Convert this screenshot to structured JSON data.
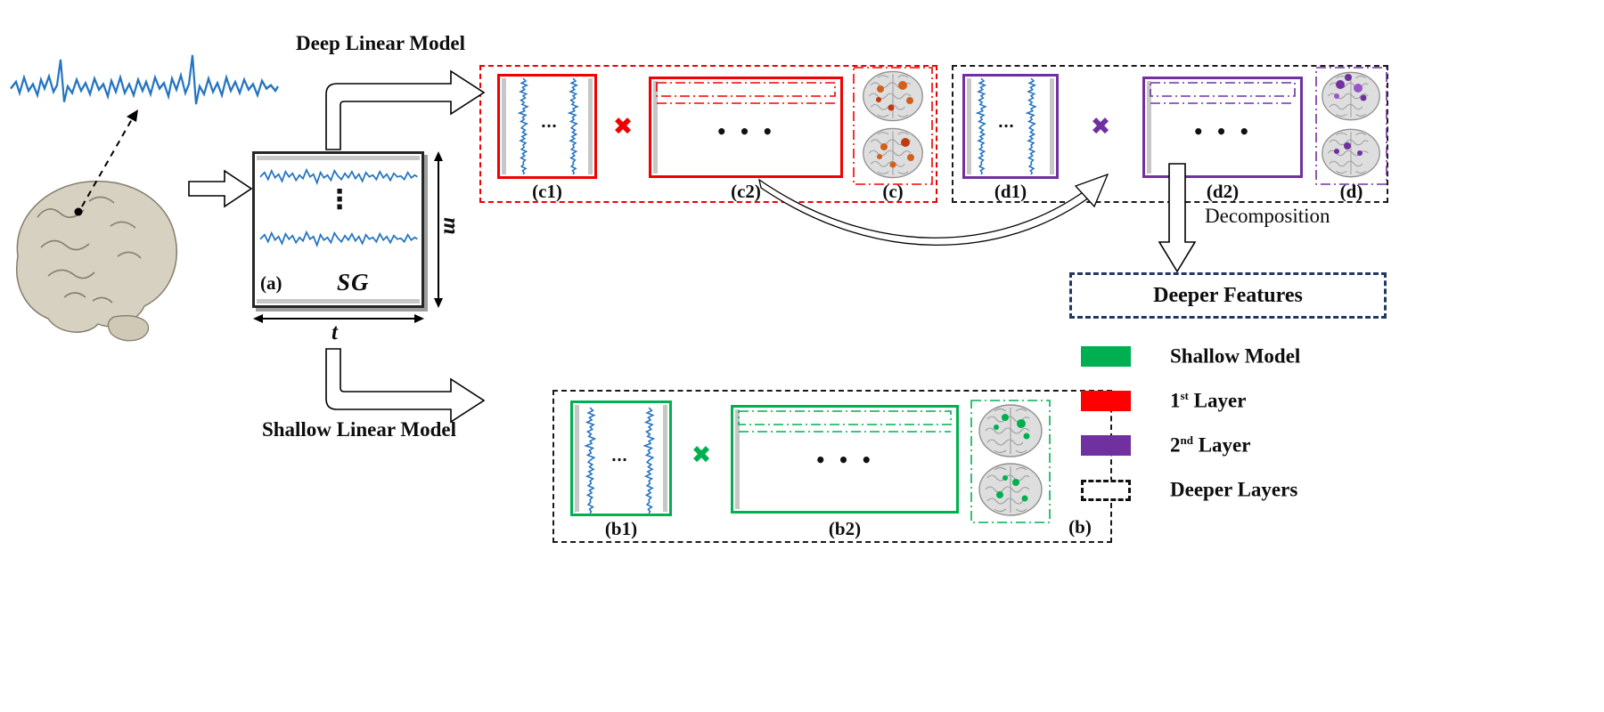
{
  "labels": {
    "deep_model": "Deep Linear Model",
    "shallow_model": "Shallow Linear Model",
    "decomposition": "Decomposition",
    "deeper_features": "Deeper Features"
  },
  "matrix_a": {
    "label": "(a)",
    "name": "SG",
    "row_dim": "m",
    "col_dim": "t",
    "dots": "⋮"
  },
  "layer1": {
    "factor_label": "(c1)",
    "loading_label": "(c2)",
    "map_label": "(c)",
    "operator": "✖",
    "dots_small": "...",
    "dots_big": "• • •",
    "color": "#FF0000"
  },
  "layer2": {
    "factor_label": "(d1)",
    "loading_label": "(d2)",
    "map_label": "(d)",
    "operator": "✖",
    "dots_small": "...",
    "dots_big": "• • •",
    "color": "#7030A0"
  },
  "shallow": {
    "factor_label": "(b1)",
    "loading_label": "(b2)",
    "map_label": "(b)",
    "operator": "✖",
    "dots_small": "...",
    "dots_big": "• • •",
    "color": "#00B050"
  },
  "legend": {
    "items": [
      {
        "pre": "Shallow Model",
        "sup": "",
        "post": "",
        "color": "#00B050",
        "style": "solid"
      },
      {
        "pre": "1",
        "sup": "st",
        "post": " Layer",
        "color": "#FF0000",
        "style": "solid"
      },
      {
        "pre": "2",
        "sup": "nd",
        "post": " Layer",
        "color": "#7030A0",
        "style": "solid"
      },
      {
        "pre": "Deeper Layers",
        "sup": "",
        "post": "",
        "color": "#000000",
        "style": "dashed"
      }
    ]
  },
  "colors": {
    "signal": "#2474C2",
    "deeper_features_border": "#1F3864"
  }
}
